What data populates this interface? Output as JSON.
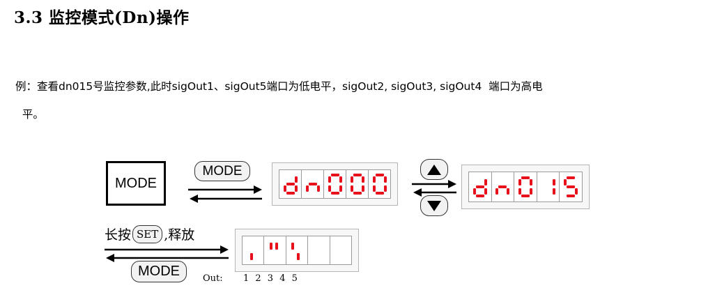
{
  "heading": "3.3 监控模式(Dn)操作",
  "paragraph": {
    "line1": "例：查看dn015号监控参数,此时sigOut1、sigOut5端口为低电平，sigOut2, sigOut3, sigOut4  端口为高电",
    "line2": "  平。"
  },
  "diagram": {
    "mode_button_label": "MODE",
    "mode_pill_top_label": "MODE",
    "mode_pill_bottom_label": "MODE",
    "display1_digits": [
      "d",
      "n",
      "0",
      "0",
      "0"
    ],
    "display2_digits": [
      "d",
      "n",
      "0",
      "1",
      "5"
    ],
    "caption_prefix": "长按",
    "set_label": "SET",
    "caption_suffix": ",释放",
    "out_label": "Out:",
    "out_numbers": "1 2 3 4 5",
    "segment_color": "#e8101a"
  }
}
